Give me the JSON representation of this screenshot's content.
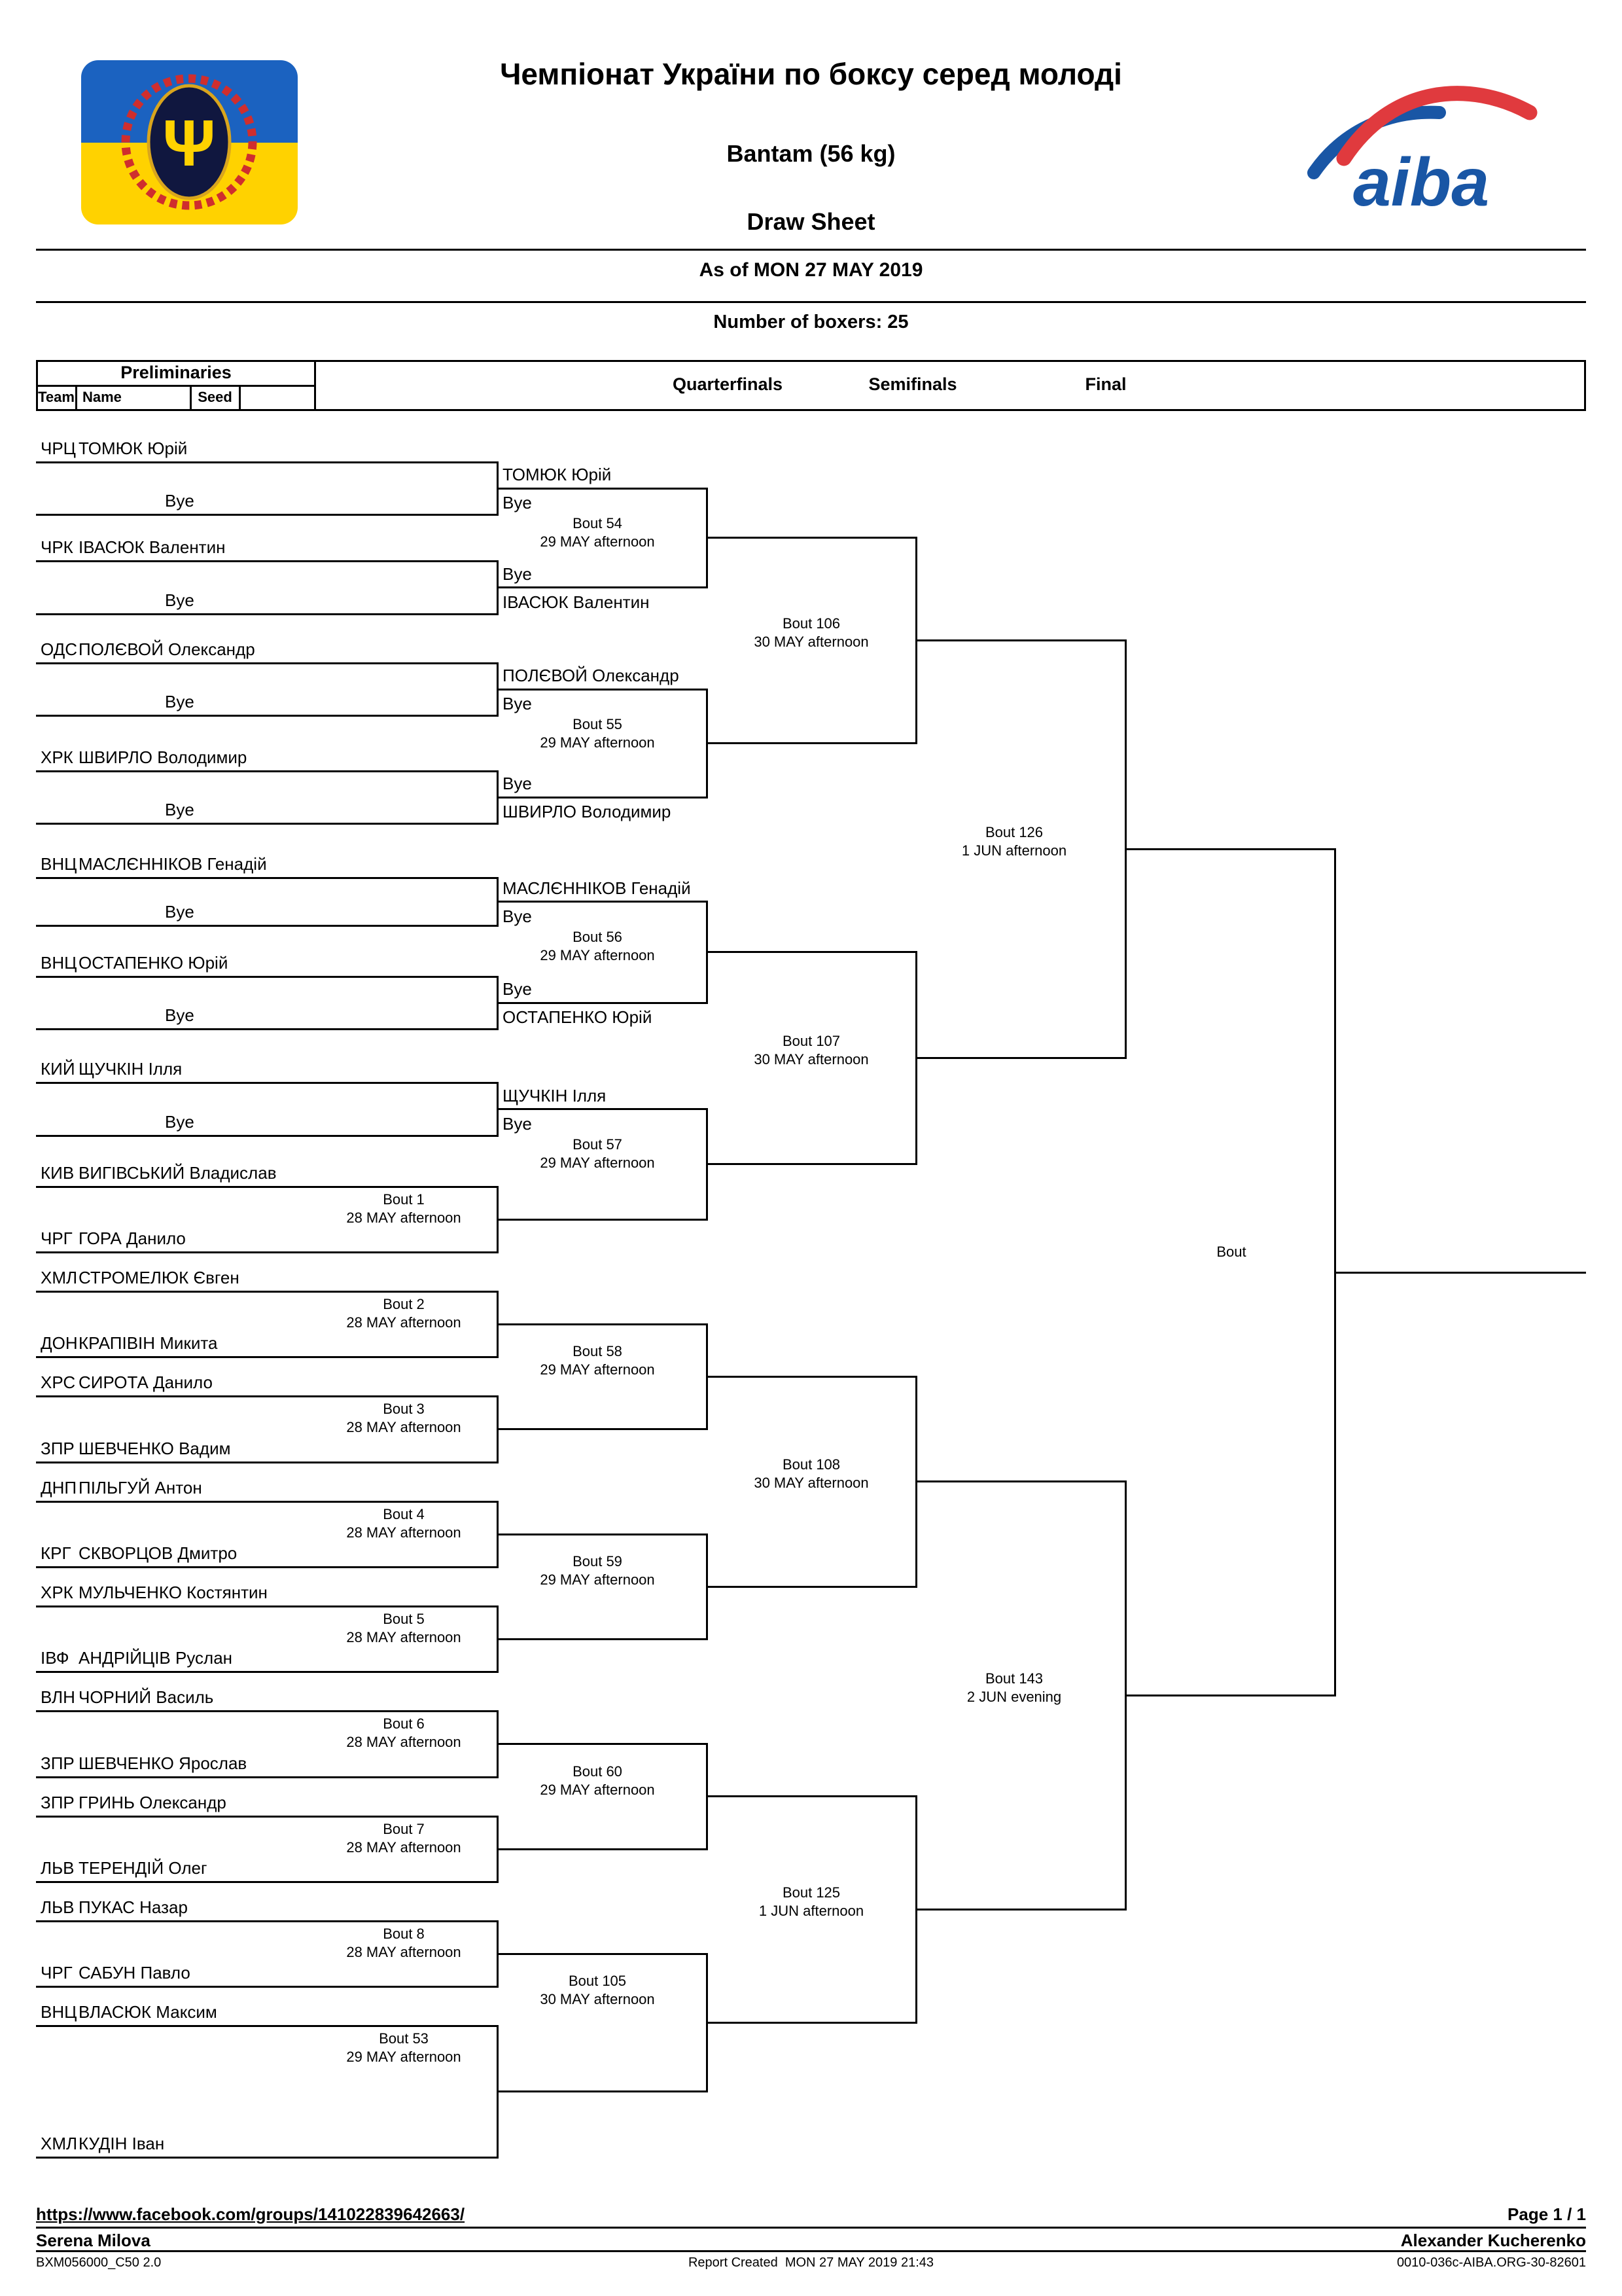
{
  "header": {
    "title": "Чемпіонат України по боксу серед молоді",
    "weight": "Bantam (56 kg)",
    "sheet": "Draw Sheet",
    "as_of": "As of MON 27 MAY 2019",
    "boxers": "Number of boxers: 25",
    "aiba": "aiba"
  },
  "columns": {
    "preliminaries": "Preliminaries",
    "team": "Team",
    "name": "Name",
    "seed": "Seed",
    "quarterfinals": "Quarterfinals",
    "semifinals": "Semifinals",
    "final": "Final"
  },
  "round1": {
    "pairs": [
      {
        "top": {
          "team": "ЧРЦ",
          "name": "ТОМЮК Юрій"
        },
        "bottom": {
          "bye": true,
          "name": "Bye"
        },
        "bout": "",
        "date": ""
      },
      {
        "top": {
          "team": "ЧРК",
          "name": "ІВАСЮК Валентин"
        },
        "bottom": {
          "bye": true,
          "name": "Bye"
        },
        "bout": "",
        "date": ""
      },
      {
        "top": {
          "team": "ОДС",
          "name": "ПОЛЄВОЙ Олександр"
        },
        "bottom": {
          "bye": true,
          "name": "Bye"
        },
        "bout": "",
        "date": ""
      },
      {
        "top": {
          "team": "ХРК",
          "name": "ШВИРЛО Володимир"
        },
        "bottom": {
          "bye": true,
          "name": "Bye"
        },
        "bout": "",
        "date": ""
      },
      {
        "top": {
          "team": "ВНЦ",
          "name": "МАСЛЄННІКОВ Генадій"
        },
        "bottom": {
          "bye": true,
          "name": "Bye"
        },
        "bout": "",
        "date": ""
      },
      {
        "top": {
          "team": "ВНЦ",
          "name": "ОСТАПЕНКО Юрій"
        },
        "bottom": {
          "bye": true,
          "name": "Bye"
        },
        "bout": "",
        "date": ""
      },
      {
        "top": {
          "team": "КИЙ",
          "name": "ЩУЧКІН Ілля"
        },
        "bottom": {
          "bye": true,
          "name": "Bye"
        },
        "bout": "",
        "date": ""
      },
      {
        "top": {
          "team": "КИВ",
          "name": "ВИГІВСЬКИЙ Владислав"
        },
        "bottom": {
          "team": "ЧРГ",
          "name": "ГОРА Данило"
        },
        "bout": "Bout 1",
        "date": "28 MAY afternoon"
      },
      {
        "top": {
          "team": "ХМЛ",
          "name": "СТРОМЕЛЮК Євген"
        },
        "bottom": {
          "team": "ДОН",
          "name": "КРАПІВІН Микита"
        },
        "bout": "Bout 2",
        "date": "28 MAY afternoon"
      },
      {
        "top": {
          "team": "ХРС",
          "name": "СИРОТА Данило"
        },
        "bottom": {
          "team": "ЗПР",
          "name": "ШЕВЧЕНКО Вадим"
        },
        "bout": "Bout 3",
        "date": "28 MAY afternoon"
      },
      {
        "top": {
          "team": "ДНП",
          "name": "ПІЛЬГУЙ Антон"
        },
        "bottom": {
          "team": "КРГ",
          "name": "СКВОРЦОВ Дмитро"
        },
        "bout": "Bout 4",
        "date": "28 MAY afternoon"
      },
      {
        "top": {
          "team": "ХРК",
          "name": "МУЛЬЧЕНКО Костянтин"
        },
        "bottom": {
          "team": "ІВФ",
          "name": "АНДРІЙЦІВ Руслан"
        },
        "bout": "Bout 5",
        "date": "28 MAY afternoon"
      },
      {
        "top": {
          "team": "ВЛН",
          "name": "ЧОРНИЙ Василь"
        },
        "bottom": {
          "team": "ЗПР",
          "name": "ШЕВЧЕНКО Ярослав"
        },
        "bout": "Bout 6",
        "date": "28 MAY afternoon"
      },
      {
        "top": {
          "team": "ЗПР",
          "name": "ГРИНЬ Олександр"
        },
        "bottom": {
          "team": "ЛЬВ",
          "name": "ТЕРЕНДІЙ Олег"
        },
        "bout": "Bout 7",
        "date": "28 MAY afternoon"
      },
      {
        "top": {
          "team": "ЛЬВ",
          "name": "ПУКАС Назар"
        },
        "bottom": {
          "team": "ЧРГ",
          "name": "САБУН Павло"
        },
        "bout": "Bout 8",
        "date": "28 MAY afternoon"
      },
      {
        "top": {
          "team": "ВНЦ",
          "name": "ВЛАСЮК Максим"
        },
        "bottom": {
          "team": "ХМЛ",
          "name": "КУДІН Іван"
        },
        "bout": "Bout 53",
        "date": "29 MAY afternoon"
      }
    ]
  },
  "round2": {
    "slots": [
      {
        "name": "ТОМЮК Юрій",
        "note": "Bye",
        "pos": "above"
      },
      {
        "name": "ІВАСЮК Валентин",
        "note": "Bye",
        "pos": "below"
      },
      {
        "name": "ПОЛЄВОЙ Олександр",
        "note": "Bye",
        "pos": "above"
      },
      {
        "name": "ШВИРЛО Володимир",
        "note": "Bye",
        "pos": "below"
      },
      {
        "name": "МАСЛЄННІКОВ Генадій",
        "note": "Bye",
        "pos": "above"
      },
      {
        "name": "ОСТАПЕНКО Юрій",
        "note": "Bye",
        "pos": "below"
      },
      {
        "name": "ЩУЧКІН Ілля",
        "note": "Bye",
        "pos": "above"
      },
      {},
      {},
      {},
      {},
      {},
      {},
      {},
      {},
      {}
    ],
    "bouts": [
      {
        "bout": "Bout 54",
        "date": "29 MAY afternoon"
      },
      {
        "bout": "Bout 55",
        "date": "29 MAY afternoon"
      },
      {
        "bout": "Bout 56",
        "date": "29 MAY afternoon"
      },
      {
        "bout": "Bout 57",
        "date": "29 MAY afternoon"
      },
      {
        "bout": "Bout 58",
        "date": "29 MAY afternoon"
      },
      {
        "bout": "Bout 59",
        "date": "29 MAY afternoon"
      },
      {
        "bout": "Bout 60",
        "date": "29 MAY afternoon"
      },
      {
        "bout": "Bout 105",
        "date": "30 MAY afternoon"
      }
    ]
  },
  "quarterfinals_bouts": [
    {
      "bout": "Bout 106",
      "date": "30 MAY afternoon"
    },
    {
      "bout": "Bout 107",
      "date": "30 MAY afternoon"
    },
    {
      "bout": "Bout 108",
      "date": "30 MAY afternoon"
    },
    {
      "bout": "Bout 125",
      "date": "1 JUN afternoon"
    }
  ],
  "semifinals_bouts": [
    {
      "bout": "Bout 126",
      "date": "1 JUN afternoon"
    },
    {
      "bout": "Bout 143",
      "date": "2 JUN evening"
    }
  ],
  "final_bout": {
    "bout": "Bout",
    "date": ""
  },
  "footer": {
    "link": "https://www.facebook.com/groups/141022839642663/",
    "page": "Page 1 / 1",
    "left_name": "Serena Milova",
    "right_name": "Alexander Kucherenko",
    "doc_code": "BXM056000_C50 2.0",
    "report": "Report Created  MON 27 MAY 2019 21:43",
    "right_code": "0010-036c-AIBA.ORG-30-82601"
  }
}
